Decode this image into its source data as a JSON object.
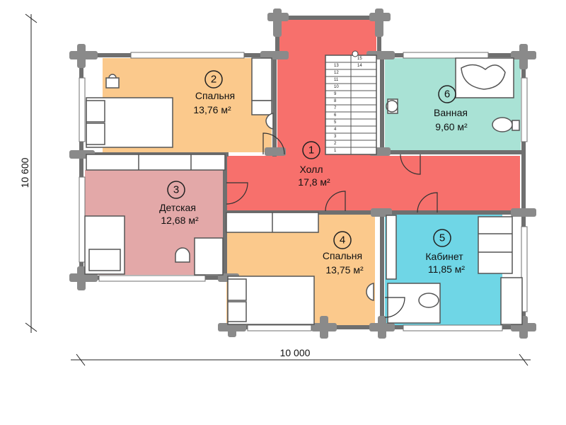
{
  "colors": {
    "bedroom2": "#fbc98c",
    "bedroom4": "#fbc98c",
    "hall": "#f7706c",
    "nursery": "#e3a8a8",
    "bathroom": "#a9e2d5",
    "office": "#6fd6e6",
    "wall": "#777777",
    "logs": "#8a8a8a"
  },
  "rooms": [
    {
      "number": "1",
      "name": "Холл",
      "area": "17,8 м²"
    },
    {
      "number": "2",
      "name": "Спальня",
      "area": "13,76 м²"
    },
    {
      "number": "3",
      "name": "Детская",
      "area": "12,68 м²"
    },
    {
      "number": "4",
      "name": "Спальня",
      "area": "13,75 м²"
    },
    {
      "number": "5",
      "name": "Кабинет",
      "area": "11,85 м²"
    },
    {
      "number": "6",
      "name": "Ванная",
      "area": "9,60 м²"
    }
  ],
  "dimensions": {
    "width": "10 000",
    "height": "10 600"
  },
  "stairs": {
    "step_labels": [
      "1",
      "2",
      "3",
      "4",
      "5",
      "6",
      "7",
      "8",
      "9",
      "10",
      "11",
      "12",
      "13",
      "14",
      "15"
    ]
  }
}
